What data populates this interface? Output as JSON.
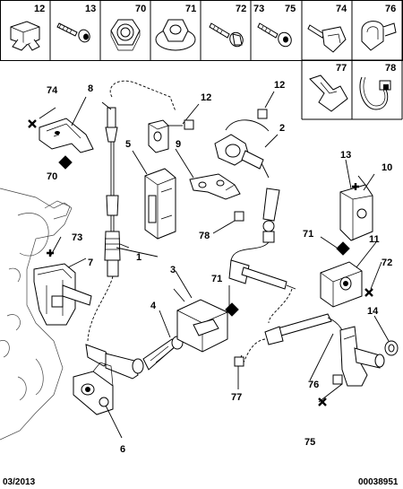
{
  "header": {
    "cells": [
      "12",
      "13",
      "70",
      "71",
      "72",
      "73",
      "75",
      "74",
      "76"
    ],
    "row2_cells": [
      "77",
      "78"
    ]
  },
  "callouts": {
    "c1": "1",
    "c2": "2",
    "c3": "3",
    "c4": "4",
    "c5": "5",
    "c6": "6",
    "c7": "7",
    "c8": "8",
    "c9": "9",
    "c10": "10",
    "c11": "11",
    "c12a": "12",
    "c12b": "12",
    "c13": "13",
    "c14": "14",
    "c70": "70",
    "c71a": "71",
    "c71b": "71",
    "c72": "72",
    "c73": "73",
    "c74": "74",
    "c75": "75",
    "c76": "76",
    "c77": "77",
    "c78": "78"
  },
  "footer": {
    "date": "03/2013",
    "ref": "00038951"
  }
}
